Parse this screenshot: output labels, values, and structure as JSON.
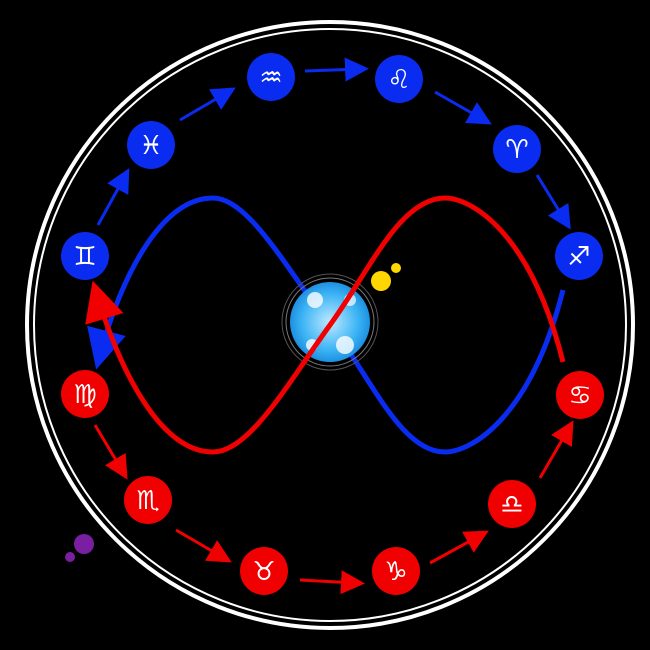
{
  "colors": {
    "blue": "#0a2cf0",
    "red": "#f00000",
    "ring": "#ffffff",
    "sun": "#ffd700",
    "moon": "#7b1fa2"
  },
  "signs": {
    "aquarius": {
      "glyph": "♒",
      "group": "blue"
    },
    "leo": {
      "glyph": "♌",
      "group": "blue"
    },
    "aries": {
      "glyph": "♈",
      "group": "blue"
    },
    "sagittarius": {
      "glyph": "♐",
      "group": "blue"
    },
    "pisces": {
      "glyph": "♓",
      "group": "blue"
    },
    "gemini": {
      "glyph": "♊",
      "group": "blue"
    },
    "virgo": {
      "glyph": "♍",
      "group": "red"
    },
    "scorpio": {
      "glyph": "♏",
      "group": "red"
    },
    "taurus": {
      "glyph": "♉",
      "group": "red"
    },
    "capricorn": {
      "glyph": "♑",
      "group": "red"
    },
    "libra": {
      "glyph": "♎",
      "group": "red"
    },
    "cancer": {
      "glyph": "♋",
      "group": "red"
    }
  }
}
